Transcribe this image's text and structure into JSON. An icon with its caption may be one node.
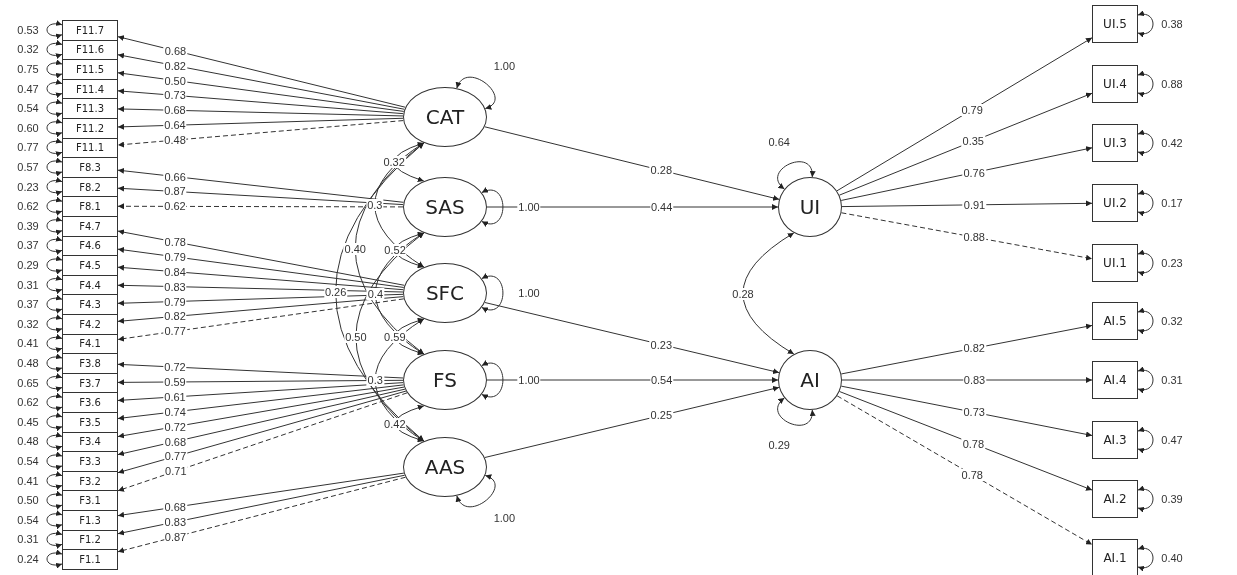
{
  "diagram": {
    "nodes": [
      {
        "text": [
          "F11.7"
        ]
      },
      {
        "text": [
          "F11.6"
        ]
      },
      {
        "text": [
          "F11.5"
        ]
      },
      {
        "text": [
          "F11.4"
        ]
      },
      {
        "text": [
          "F11.3"
        ]
      },
      {
        "text": [
          "F11.2"
        ]
      },
      {
        "text": [
          "F11.1"
        ]
      },
      {
        "text": [
          "F8.3"
        ]
      },
      {
        "text": [
          "F8.2"
        ]
      },
      {
        "text": [
          "F8.1"
        ]
      },
      {
        "text": [
          "F4.7"
        ]
      },
      {
        "text": [
          "F4.6"
        ]
      },
      {
        "text": [
          "F4.5"
        ]
      },
      {
        "text": [
          "F4.4"
        ]
      },
      {
        "text": [
          "F4.3"
        ]
      },
      {
        "text": [
          "F4.2"
        ]
      },
      {
        "text": [
          "F4.1"
        ]
      },
      {
        "text": [
          "F3.8"
        ]
      },
      {
        "text": [
          "F3.7"
        ]
      },
      {
        "text": [
          "F3.6"
        ]
      },
      {
        "text": [
          "F3.5"
        ]
      },
      {
        "text": [
          "F3.4"
        ]
      },
      {
        "text": [
          "F3.3"
        ]
      },
      {
        "text": [
          "F3.2"
        ]
      },
      {
        "text": [
          "F3.1"
        ]
      },
      {
        "text": [
          "F1.3"
        ]
      },
      {
        "text": [
          "F1.2"
        ]
      },
      {
        "text": [
          "F1.1"
        ]
      },
      {
        "text": [
          "CAT"
        ]
      },
      {
        "text": [
          "SAS"
        ]
      },
      {
        "text": [
          "SFC"
        ]
      },
      {
        "text": [
          "FS"
        ]
      },
      {
        "text": [
          "AAS"
        ]
      },
      {
        "text": [
          "UI"
        ]
      },
      {
        "text": [
          "AI"
        ]
      },
      {
        "text": [
          "UI.5"
        ]
      },
      {
        "text": [
          "UI.4"
        ]
      },
      {
        "text": [
          "UI.3"
        ]
      },
      {
        "text": [
          "UI.2"
        ]
      },
      {
        "text": [
          "UI.1"
        ]
      },
      {
        "text": [
          "AI.5"
        ]
      },
      {
        "text": [
          "AI.4"
        ]
      },
      {
        "text": [
          "AI.3"
        ]
      },
      {
        "text": [
          "AI.2"
        ]
      },
      {
        "text": [
          "AI.1"
        ]
      }
    ],
    "edges": [
      {
        "from": 28,
        "to": 0,
        "arrow": "to",
        "label": "0.68"
      },
      {
        "from": 28,
        "to": 1,
        "arrow": "to",
        "label": "0.82"
      },
      {
        "from": 28,
        "to": 2,
        "arrow": "to",
        "label": "0.50"
      },
      {
        "from": 28,
        "to": 3,
        "arrow": "to",
        "label": "0.73"
      },
      {
        "from": 28,
        "to": 4,
        "arrow": "to",
        "label": "0.68"
      },
      {
        "from": 28,
        "to": 5,
        "arrow": "to",
        "label": "0.64"
      },
      {
        "from": 28,
        "to": 6,
        "arrow": "to",
        "label": "0.48",
        "style": "dashed"
      },
      {
        "from": 29,
        "to": 7,
        "arrow": "to",
        "label": "0.66"
      },
      {
        "from": 29,
        "to": 8,
        "arrow": "to",
        "label": "0.87"
      },
      {
        "from": 29,
        "to": 9,
        "arrow": "to",
        "label": "0.62",
        "style": "dashed"
      },
      {
        "from": 30,
        "to": 10,
        "arrow": "to",
        "label": "0.78"
      },
      {
        "from": 30,
        "to": 11,
        "arrow": "to",
        "label": "0.79"
      },
      {
        "from": 30,
        "to": 12,
        "arrow": "to",
        "label": "0.84"
      },
      {
        "from": 30,
        "to": 13,
        "arrow": "to",
        "label": "0.83"
      },
      {
        "from": 30,
        "to": 14,
        "arrow": "to",
        "label": "0.79"
      },
      {
        "from": 30,
        "to": 15,
        "arrow": "to",
        "label": "0.82"
      },
      {
        "from": 30,
        "to": 16,
        "arrow": "to",
        "label": "0.77",
        "style": "dashed"
      },
      {
        "from": 31,
        "to": 17,
        "arrow": "to",
        "label": "0.72"
      },
      {
        "from": 31,
        "to": 18,
        "arrow": "to",
        "label": "0.59"
      },
      {
        "from": 31,
        "to": 19,
        "arrow": "to",
        "label": "0.61"
      },
      {
        "from": 31,
        "to": 20,
        "arrow": "to",
        "label": "0.74"
      },
      {
        "from": 31,
        "to": 21,
        "arrow": "to",
        "label": "0.72"
      },
      {
        "from": 31,
        "to": 22,
        "arrow": "to",
        "label": "0.68"
      },
      {
        "from": 31,
        "to": 23,
        "arrow": "to",
        "label": "0.77"
      },
      {
        "from": 31,
        "to": 24,
        "arrow": "to",
        "label": "0.71",
        "style": "dashed"
      },
      {
        "from": 32,
        "to": 25,
        "arrow": "to",
        "label": "0.68"
      },
      {
        "from": 32,
        "to": 26,
        "arrow": "to",
        "label": "0.83"
      },
      {
        "from": 32,
        "to": 27,
        "arrow": "to",
        "label": "0.87",
        "style": "dashed"
      },
      {
        "from": 0,
        "to": 0,
        "arrow": "both",
        "label": "0.53"
      },
      {
        "from": 1,
        "to": 1,
        "arrow": "both",
        "label": "0.32"
      },
      {
        "from": 2,
        "to": 2,
        "arrow": "both",
        "label": "0.75"
      },
      {
        "from": 3,
        "to": 3,
        "arrow": "both",
        "label": "0.47"
      },
      {
        "from": 4,
        "to": 4,
        "arrow": "both",
        "label": "0.54"
      },
      {
        "from": 5,
        "to": 5,
        "arrow": "both",
        "label": "0.60"
      },
      {
        "from": 6,
        "to": 6,
        "arrow": "both",
        "label": "0.77"
      },
      {
        "from": 7,
        "to": 7,
        "arrow": "both",
        "label": "0.57"
      },
      {
        "from": 8,
        "to": 8,
        "arrow": "both",
        "label": "0.23"
      },
      {
        "from": 9,
        "to": 9,
        "arrow": "both",
        "label": "0.62"
      },
      {
        "from": 10,
        "to": 10,
        "arrow": "both",
        "label": "0.39"
      },
      {
        "from": 11,
        "to": 11,
        "arrow": "both",
        "label": "0.37"
      },
      {
        "from": 12,
        "to": 12,
        "arrow": "both",
        "label": "0.29"
      },
      {
        "from": 13,
        "to": 13,
        "arrow": "both",
        "label": "0.31"
      },
      {
        "from": 14,
        "to": 14,
        "arrow": "both",
        "label": "0.37"
      },
      {
        "from": 15,
        "to": 15,
        "arrow": "both",
        "label": "0.32"
      },
      {
        "from": 16,
        "to": 16,
        "arrow": "both",
        "label": "0.41"
      },
      {
        "from": 17,
        "to": 17,
        "arrow": "both",
        "label": "0.48"
      },
      {
        "from": 18,
        "to": 18,
        "arrow": "both",
        "label": "0.65"
      },
      {
        "from": 19,
        "to": 19,
        "arrow": "both",
        "label": "0.62"
      },
      {
        "from": 20,
        "to": 20,
        "arrow": "both",
        "label": "0.45"
      },
      {
        "from": 21,
        "to": 21,
        "arrow": "both",
        "label": "0.48"
      },
      {
        "from": 22,
        "to": 22,
        "arrow": "both",
        "label": "0.54"
      },
      {
        "from": 23,
        "to": 23,
        "arrow": "both",
        "label": "0.41"
      },
      {
        "from": 24,
        "to": 24,
        "arrow": "both",
        "label": "0.50"
      },
      {
        "from": 25,
        "to": 25,
        "arrow": "both",
        "label": "0.54"
      },
      {
        "from": 26,
        "to": 26,
        "arrow": "both",
        "label": "0.31"
      },
      {
        "from": 27,
        "to": 27,
        "arrow": "both",
        "label": "0.24"
      },
      {
        "from": 28,
        "to": 28,
        "arrow": "both",
        "label": "1.00"
      },
      {
        "from": 29,
        "to": 29,
        "arrow": "both",
        "label": "1.00"
      },
      {
        "from": 30,
        "to": 30,
        "arrow": "both",
        "label": "1.00"
      },
      {
        "from": 31,
        "to": 31,
        "arrow": "both",
        "label": "1.00"
      },
      {
        "from": 32,
        "to": 32,
        "arrow": "both",
        "label": "1.00"
      },
      {
        "from": 33,
        "to": 33,
        "arrow": "both",
        "label": "0.64"
      },
      {
        "from": 34,
        "to": 34,
        "arrow": "both",
        "label": "0.29"
      },
      {
        "from": 28,
        "to": 29,
        "arrow": "both",
        "label": "0.32"
      },
      {
        "from": 28,
        "to": 30,
        "arrow": "both",
        "label": "0.3"
      },
      {
        "from": 28,
        "to": 31,
        "arrow": "both",
        "label": "0.40"
      },
      {
        "from": 28,
        "to": 32,
        "arrow": "both",
        "label": "0.26"
      },
      {
        "from": 29,
        "to": 30,
        "arrow": "both",
        "label": "0.52"
      },
      {
        "from": 29,
        "to": 31,
        "arrow": "both",
        "label": "0.4"
      },
      {
        "from": 29,
        "to": 32,
        "arrow": "both",
        "label": "0.50"
      },
      {
        "from": 30,
        "to": 31,
        "arrow": "both",
        "label": "0.59"
      },
      {
        "from": 30,
        "to": 32,
        "arrow": "both",
        "label": "0.3"
      },
      {
        "from": 31,
        "to": 32,
        "arrow": "both",
        "label": "0.42"
      },
      {
        "from": 28,
        "to": 33,
        "arrow": "to",
        "label": "0.28"
      },
      {
        "from": 29,
        "to": 33,
        "arrow": "to",
        "label": "0.44"
      },
      {
        "from": 30,
        "to": 34,
        "arrow": "to",
        "label": "0.23"
      },
      {
        "from": 31,
        "to": 34,
        "arrow": "to",
        "label": "0.54"
      },
      {
        "from": 32,
        "to": 34,
        "arrow": "to",
        "label": "0.25"
      },
      {
        "from": 33,
        "to": 34,
        "arrow": "both",
        "label": "0.28"
      },
      {
        "from": 33,
        "to": 35,
        "arrow": "to",
        "label": "0.79"
      },
      {
        "from": 33,
        "to": 36,
        "arrow": "to",
        "label": "0.35"
      },
      {
        "from": 33,
        "to": 37,
        "arrow": "to",
        "label": "0.76"
      },
      {
        "from": 33,
        "to": 38,
        "arrow": "to",
        "label": "0.91"
      },
      {
        "from": 33,
        "to": 39,
        "arrow": "to",
        "label": "0.88",
        "style": "dashed"
      },
      {
        "from": 34,
        "to": 40,
        "arrow": "to",
        "label": "0.82"
      },
      {
        "from": 34,
        "to": 41,
        "arrow": "to",
        "label": "0.83"
      },
      {
        "from": 34,
        "to": 42,
        "arrow": "to",
        "label": "0.73"
      },
      {
        "from": 34,
        "to": 43,
        "arrow": "to",
        "label": "0.78"
      },
      {
        "from": 34,
        "to": 44,
        "arrow": "to",
        "label": "0.78",
        "style": "dashed"
      },
      {
        "from": 35,
        "to": 35,
        "arrow": "both",
        "label": "0.38"
      },
      {
        "from": 36,
        "to": 36,
        "arrow": "both",
        "label": "0.88"
      },
      {
        "from": 37,
        "to": 37,
        "arrow": "both",
        "label": "0.42"
      },
      {
        "from": 38,
        "to": 38,
        "arrow": "both",
        "label": "0.17"
      },
      {
        "from": 39,
        "to": 39,
        "arrow": "both",
        "label": "0.23"
      },
      {
        "from": 40,
        "to": 40,
        "arrow": "both",
        "label": "0.32"
      },
      {
        "from": 41,
        "to": 41,
        "arrow": "both",
        "label": "0.31"
      },
      {
        "from": 42,
        "to": 42,
        "arrow": "both",
        "label": "0.47"
      },
      {
        "from": 43,
        "to": 43,
        "arrow": "both",
        "label": "0.39"
      },
      {
        "from": 44,
        "to": 44,
        "arrow": "both",
        "label": "0.40"
      }
    ]
  }
}
